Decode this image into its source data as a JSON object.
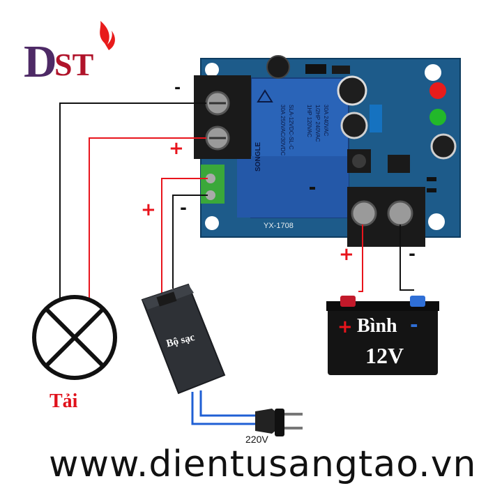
{
  "labels": {
    "load": "Tải",
    "battery_name": "Bình",
    "battery_voltage": "12V",
    "charger": "Bộ sạc",
    "mains_voltage": "220V",
    "board_model": "YX-1708",
    "relay_brand": "SONGLE",
    "relay_model": "SLA-12VDC-SL-C",
    "relay_rating_1": "30A 250VAC/30VDC",
    "relay_rating_2": "1HP 120VAC",
    "relay_rating_3": "1/2HP 240VAC",
    "relay_rating_4": "30A 240VAC",
    "website_prefix": "www.",
    "website_domain": "dientusangtao.vn"
  },
  "signs": {
    "load_minus": "-",
    "load_plus": "+",
    "charger_plus": "+",
    "charger_minus": "-",
    "battery_plus": "+",
    "battery_minus": "-",
    "battery_plus_symbol": "+",
    "battery_minus_symbol": "-"
  },
  "logo": {
    "text": "DST",
    "colors": [
      "#5a2a6e",
      "#e81b1b"
    ]
  },
  "colors": {
    "wire_red": "#e8141c",
    "wire_black": "#111111",
    "wire_blue": "#1f5fd4",
    "pcb": "#1d5b8a",
    "relay": "#2a64b8",
    "terminal": "#1a1a1a",
    "led_red": "#e81c1c",
    "led_green": "#22b82a",
    "battery_body": "#141414",
    "charger_body": "#2e3136"
  },
  "icons": {
    "load": "lamp-cross-icon",
    "plug": "power-plug-icon",
    "logo": "flame-logo-icon"
  }
}
